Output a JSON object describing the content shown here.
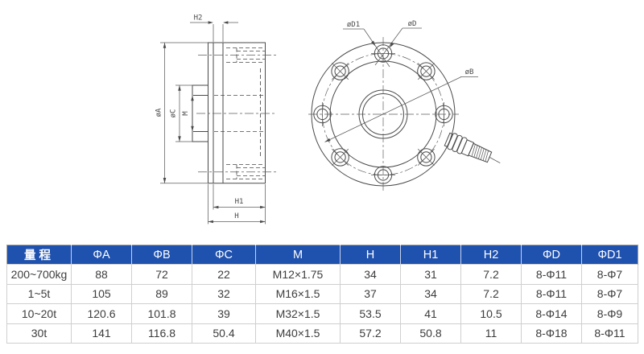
{
  "drawing": {
    "line_color": "#4a4a4a",
    "side": {
      "label_h2": "H2",
      "label_phi_a": "øA",
      "label_phi_c": "øC",
      "label_m": "M",
      "label_h1": "H1",
      "label_h": "H"
    },
    "front": {
      "label_phi_d1": "øD1",
      "label_phi_d": "øD",
      "label_phi_b": "øB"
    }
  },
  "table": {
    "header_bg": "#1f51ae",
    "header_color": "#ffffff",
    "body_text_color": "#3d3d3d",
    "border_color": "#cfcfcf",
    "columns": [
      "量程",
      "ΦA",
      "ΦB",
      "ΦC",
      "M",
      "H",
      "H1",
      "H2",
      "ΦD",
      "ΦD1"
    ],
    "rows": [
      [
        "200~700kg",
        "88",
        "72",
        "22",
        "M12×1.75",
        "34",
        "31",
        "7.2",
        "8-Φ11",
        "8-Φ7"
      ],
      [
        "1~5t",
        "105",
        "89",
        "32",
        "M16×1.5",
        "37",
        "34",
        "7.2",
        "8-Φ11",
        "8-Φ7"
      ],
      [
        "10~20t",
        "120.6",
        "101.8",
        "39",
        "M32×1.5",
        "53.5",
        "41",
        "10.5",
        "8-Φ14",
        "8-Φ9"
      ],
      [
        "30t",
        "141",
        "116.8",
        "50.4",
        "M40×1.5",
        "57.2",
        "50.8",
        "11",
        "8-Φ18",
        "8-Φ11"
      ]
    ]
  }
}
